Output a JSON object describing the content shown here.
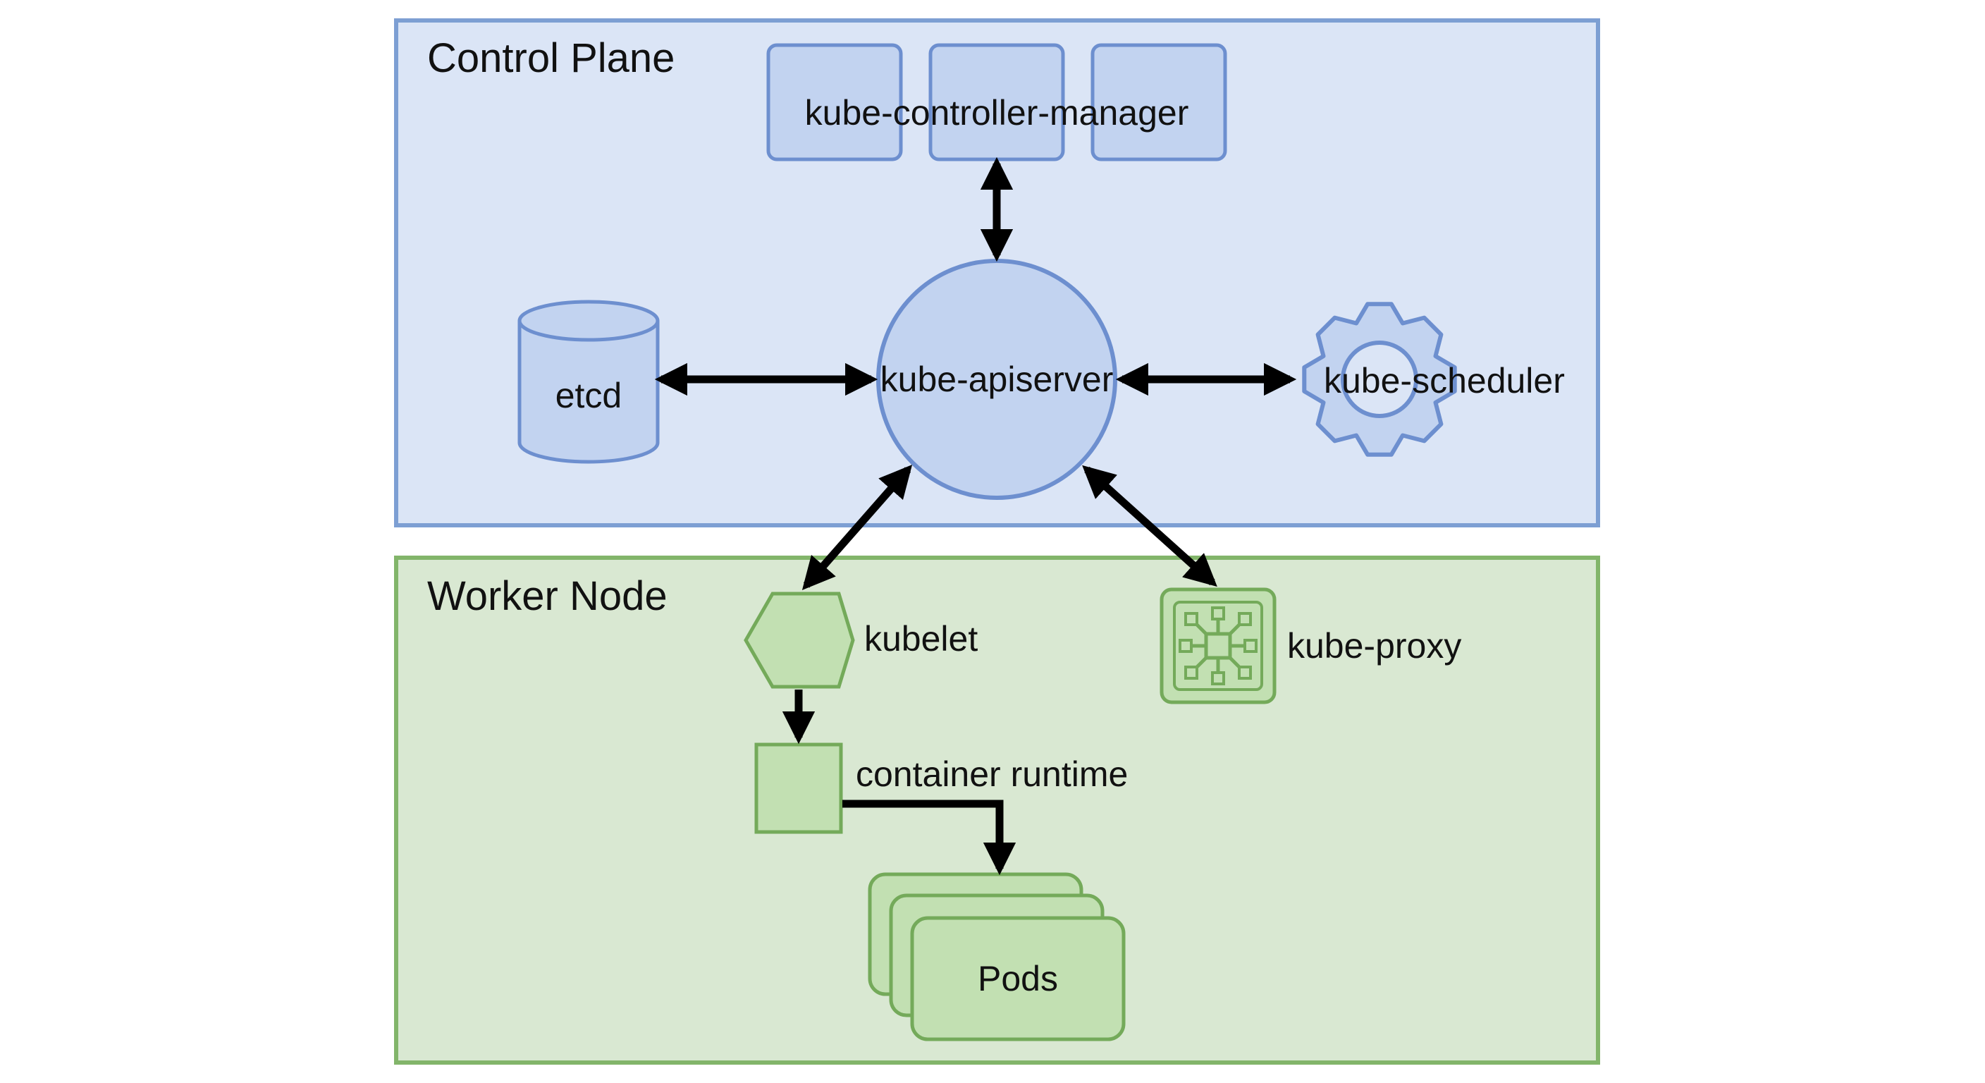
{
  "diagram": {
    "colors": {
      "control_plane_fill": "#dbe5f6",
      "control_plane_border": "#7d9fd3",
      "control_node_fill": "#c2d3f0",
      "control_node_border": "#6d8fcf",
      "worker_node_fill": "#d9e8d2",
      "worker_node_border": "#82b56a",
      "worker_item_fill": "#c2e0b2",
      "worker_item_border": "#74aa5a",
      "arrow": "#000000"
    },
    "control_plane": {
      "title": "Control Plane",
      "controller_manager": "kube-controller-manager",
      "apiserver": "kube-apiserver",
      "etcd": "etcd",
      "scheduler": "kube-scheduler"
    },
    "worker_node": {
      "title": "Worker Node",
      "kubelet": "kubelet",
      "kube_proxy": "kube-proxy",
      "container_runtime": "container runtime",
      "pods": "Pods"
    },
    "icons": {
      "etcd": "database-cylinder-icon",
      "scheduler": "gear-icon",
      "kubelet": "hexagon-icon",
      "kube_proxy": "network-chip-icon",
      "container_runtime": "square-icon",
      "pods": "stacked-cards-icon"
    }
  }
}
